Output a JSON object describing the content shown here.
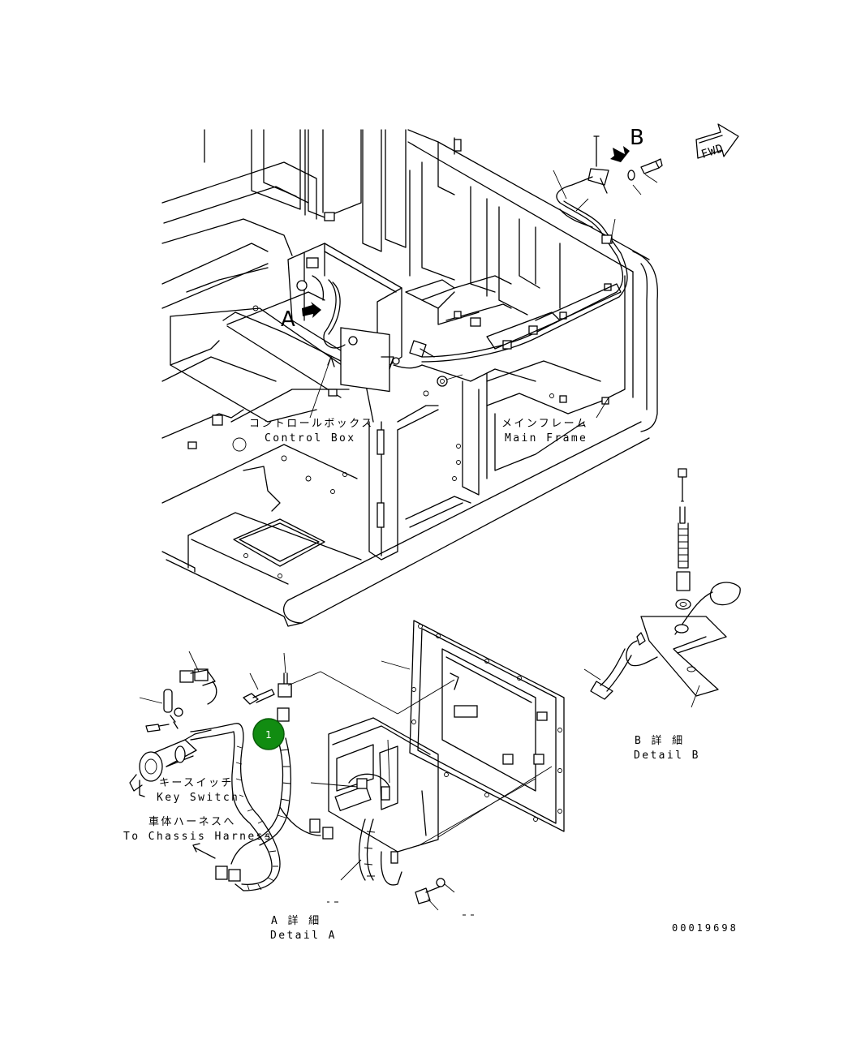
{
  "labels": {
    "control_box_jp": "コントロールボックス",
    "control_box_en": "Control Box",
    "main_frame_jp": "メインフレーム",
    "main_frame_en": "Main Frame",
    "key_switch_jp": "キースイッチ",
    "key_switch_en": "Key Switch",
    "to_chassis_jp": "車体ハーネスへ",
    "to_chassis_en": "To Chassis Harness",
    "detail_a_jp": "A 詳 細",
    "detail_a_en": "Detail A",
    "detail_b_jp": "B 詳 細",
    "detail_b_en": "Detail B",
    "view_a": "A",
    "view_b": "B",
    "fwd": "FWD",
    "drawing_number": "00019698"
  },
  "callout": {
    "number": "1",
    "color": "#118c11"
  }
}
